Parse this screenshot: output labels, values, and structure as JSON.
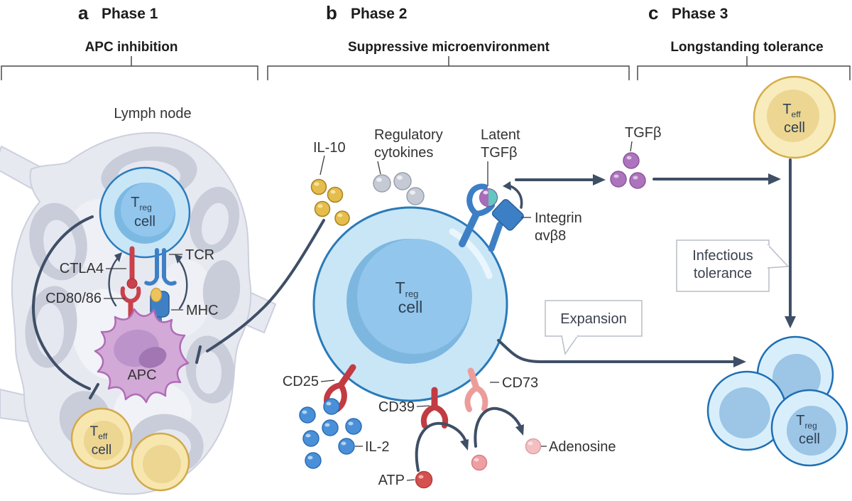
{
  "panels": {
    "a": {
      "letter": "a",
      "phase": "Phase 1",
      "subtitle": "APC inhibition"
    },
    "b": {
      "letter": "b",
      "phase": "Phase 2",
      "subtitle": "Suppressive microenvironment"
    },
    "c": {
      "letter": "c",
      "phase": "Phase 3",
      "subtitle": "Longstanding tolerance"
    }
  },
  "labels": {
    "lymph_node": "Lymph node",
    "ctla4": "CTLA4",
    "cd80_86": "CD80/86",
    "tcr": "TCR",
    "mhc": "MHC",
    "apc": "APC",
    "il10": "IL-10",
    "regulatory_cytokines": [
      "Regulatory",
      "cytokines"
    ],
    "latent_tgfb": [
      "Latent",
      "TGFβ"
    ],
    "integrin": [
      "Integrin",
      "αvβ8"
    ],
    "tgfb": "TGFβ",
    "cd25": "CD25",
    "cd39": "CD39",
    "cd73": "CD73",
    "il2": "IL-2",
    "atp": "ATP",
    "adenosine": "Adenosine"
  },
  "callouts": {
    "expansion": "Expansion",
    "infectious_tolerance": [
      "Infectious",
      "tolerance"
    ]
  },
  "cells": {
    "treg": {
      "t": "T",
      "sub": "reg",
      "line2": "cell"
    },
    "teff": {
      "t": "T",
      "sub": "eff",
      "line2": "cell"
    }
  },
  "colors": {
    "arrow_navy": "#3e4f66",
    "header_text": "#1c1c1c",
    "label_text": "#333333",
    "treg_fill": "#c9e6f7",
    "treg_nucleus": "#92c6ec",
    "treg_stroke": "#2a7ab8",
    "treg_cluster_fill": "#d8effb",
    "treg_cluster_nucleus": "#9cc5e6",
    "teff_fill": "#f8ecbd",
    "teff_nucleus": "#ecd692",
    "teff_stroke": "#d5ad49",
    "apc_fill": "#d3a9d8",
    "apc_stroke": "#b06cb6",
    "lymph_capsule": "#e7e9f1",
    "lymph_lobule": "#c9ccd9",
    "red_receptor": "#c8414b",
    "pink_receptor": "#ec9d9b",
    "blue_receptor": "#3d7fc4",
    "il10_bead": "#e5bd4d",
    "cytokine_bead": "#c6cad4",
    "tgfb_bead": "#ad74bd",
    "latent_teal": "#63c6c0",
    "il2_bead": "#4a90d9",
    "atp_bead": "#d5514d",
    "intermediate_bead": "#ee9fa3",
    "adenosine_bead": "#f4bfc1",
    "callout_border": "#b9bdc5"
  }
}
